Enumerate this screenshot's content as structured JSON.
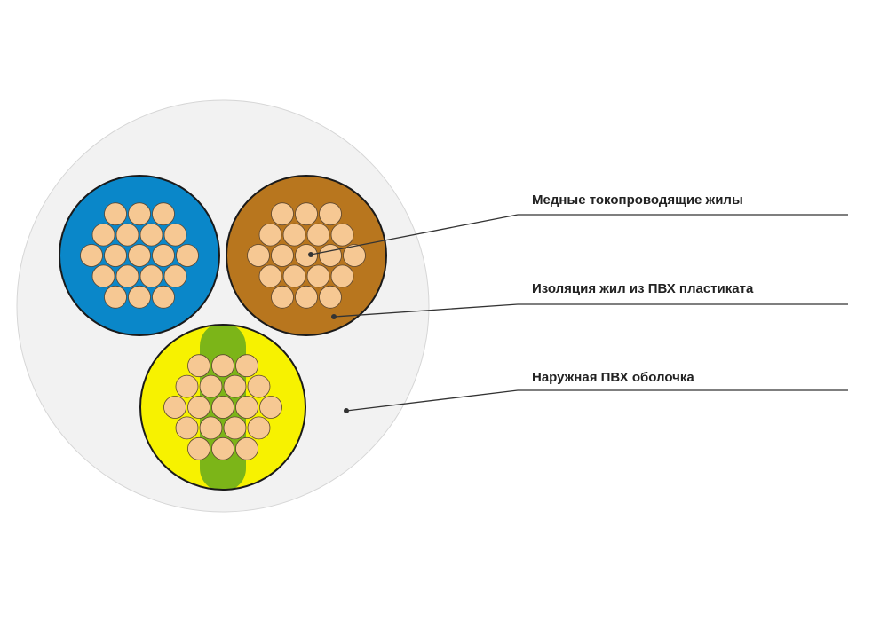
{
  "labels": {
    "conductors": "Медные токопроводящие жилы",
    "insulation": "Изоляция жил из ПВХ пластиката",
    "sheath": "Наружная ПВХ оболочка"
  },
  "colors": {
    "sheath": "#f2f2f2",
    "sheath_outline": "#d6d6d6",
    "core_blue": "#0a87c9",
    "core_brown": "#b8761e",
    "core_yellow": "#f7f200",
    "core_green_stripe": "#7cb518",
    "strand_fill": "#f6c893",
    "strand_outline": "#5a4530",
    "core_outline": "#1a1a1a",
    "leader_line": "#333333"
  },
  "cores": [
    {
      "name": "blue core",
      "color": "core_blue"
    },
    {
      "name": "brown core",
      "color": "core_brown"
    },
    {
      "name": "yellow-green core",
      "color": "core_yellow",
      "stripe": "core_green_stripe"
    }
  ],
  "strands_per_core": 19
}
